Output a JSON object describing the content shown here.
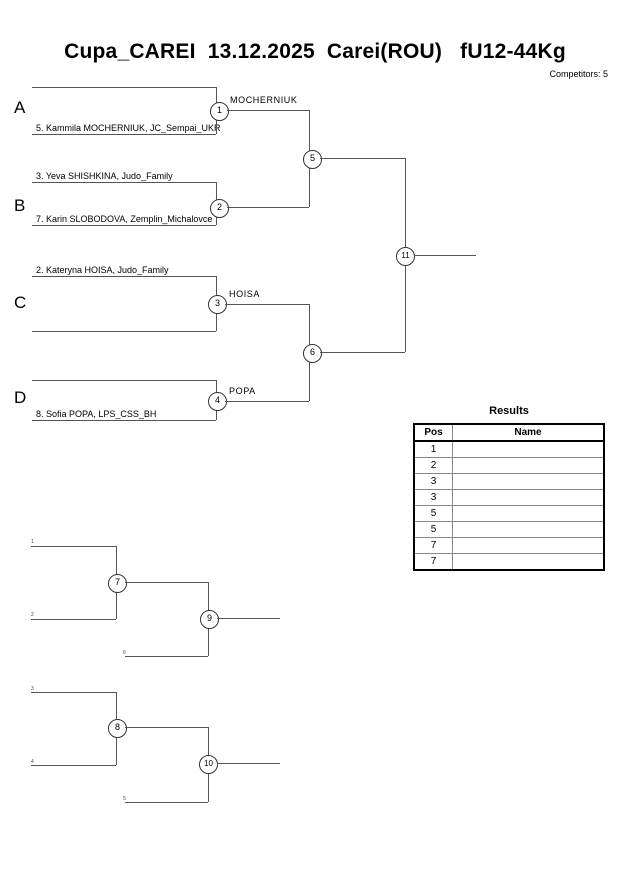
{
  "header": {
    "title": "Cupa_CAREI  13.12.2025  Carei(ROU)   fU12-44Kg",
    "competitors": "Competitors: 5"
  },
  "bracket": {
    "groups": [
      {
        "letter": "A"
      },
      {
        "letter": "B"
      },
      {
        "letter": "C"
      },
      {
        "letter": "D"
      }
    ],
    "entrants": [
      {
        "label": "5. Kammila MOCHERNIUK, JC_Sempai_UKR"
      },
      {
        "label": "3. Yeva SHISHKINA, Judo_Family"
      },
      {
        "label": "7. Karin SLOBODOVA, Zemplin_Michalovce"
      },
      {
        "label": "2. Kateryna HOISA, Judo_Family"
      },
      {
        "label": "8. Sofia POPA, LPS_CSS_BH"
      }
    ],
    "winners": [
      {
        "label": "MOCHERNIUK"
      },
      {
        "label": "HOISA"
      },
      {
        "label": "POPA"
      }
    ],
    "matches": [
      {
        "number": "1"
      },
      {
        "number": "2"
      },
      {
        "number": "3"
      },
      {
        "number": "4"
      },
      {
        "number": "5"
      },
      {
        "number": "6"
      },
      {
        "number": "7"
      },
      {
        "number": "8"
      },
      {
        "number": "9"
      },
      {
        "number": "10"
      },
      {
        "number": "11"
      }
    ],
    "repechage_feeds": [
      {
        "label": "1"
      },
      {
        "label": "2"
      },
      {
        "label": "6"
      },
      {
        "label": "3"
      },
      {
        "label": "4"
      },
      {
        "label": "5"
      }
    ]
  },
  "results": {
    "title": "Results",
    "columns": [
      "Pos",
      "Name"
    ],
    "rows": [
      {
        "pos": "1",
        "name": ""
      },
      {
        "pos": "2",
        "name": ""
      },
      {
        "pos": "3",
        "name": ""
      },
      {
        "pos": "3",
        "name": ""
      },
      {
        "pos": "5",
        "name": ""
      },
      {
        "pos": "5",
        "name": ""
      },
      {
        "pos": "7",
        "name": ""
      },
      {
        "pos": "7",
        "name": ""
      }
    ]
  },
  "colors": {
    "line": "#555555",
    "text": "#000000",
    "background": "#ffffff"
  }
}
